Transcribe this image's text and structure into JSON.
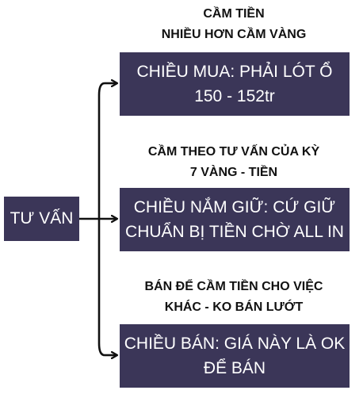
{
  "root": {
    "label": "TƯ VẤN"
  },
  "branches": [
    {
      "note_lines": [
        "CẦM TIỀN",
        "NHIỀU HƠN CẦM VÀNG"
      ],
      "box_lines": [
        "CHIỀU MUA: PHẢI LÓT Ổ",
        "150 - 152tr"
      ]
    },
    {
      "note_lines": [
        "CẦM THEO TƯ VẤN CỦA KỲ",
        "7 VÀNG - TIỀN"
      ],
      "box_lines": [
        "CHIỀU NẮM GIỮ: CỨ GIỮ",
        "CHUẨN BỊ TIỀN CHỜ ALL IN"
      ]
    },
    {
      "note_lines": [
        "BÁN ĐỂ CẦM TIỀN CHO VIỆC",
        "KHÁC - KO BÁN LƯỚT"
      ],
      "box_lines": [
        "CHIỀU BÁN: GIÁ NÀY LÀ OK",
        "ĐỂ BÁN"
      ]
    }
  ],
  "colors": {
    "box_fill": "#3b3658",
    "box_text": "#ffffff",
    "connector": "#111111"
  }
}
